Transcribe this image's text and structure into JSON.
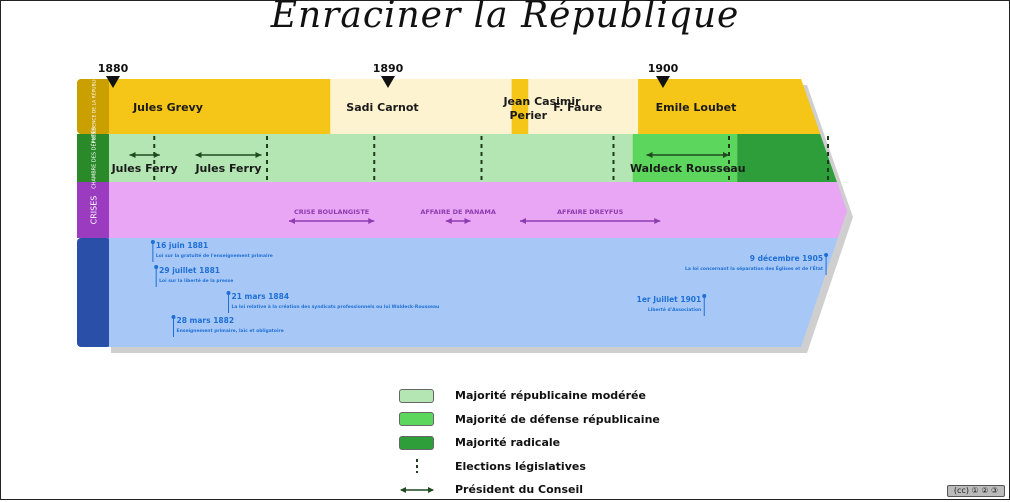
{
  "title": "Enraciner la République",
  "years": [
    {
      "label": "1880",
      "year": 1880
    },
    {
      "label": "1890",
      "year": 1890
    },
    {
      "label": "1900",
      "year": 1900
    }
  ],
  "row_labels": {
    "presidence": "PRÉSIDENCE DE LA RÉPUBLIQUE",
    "chambre": "CHAMBRE DES DÉPUTÉS",
    "crises": "CRISES"
  },
  "colors": {
    "presidence_band": "#f5c518",
    "presidence_alt": "#fdf3d0",
    "chambre_band": "#b3e6b3",
    "crises_band": "#e8a6f5",
    "lois_band": "#a7c8f7",
    "moderee": "#b3e6b3",
    "defense": "#5cd65c",
    "radicale": "#2e9e3a",
    "blue_label": "#2a4fa8",
    "event_blue": "#1f6fd6",
    "crise_purple": "#8e3cb0"
  },
  "presidents": [
    {
      "name": "Jules Grevy",
      "start": 1879.1,
      "end": 1887.9,
      "fill": "gold"
    },
    {
      "name": "Sadi Carnot",
      "start": 1887.9,
      "end": 1894.5,
      "fill": "pale"
    },
    {
      "name": "Jean Casimir Perier",
      "start": 1894.5,
      "end": 1895.1,
      "fill": "gold"
    },
    {
      "name": "F. Faure",
      "start": 1895.1,
      "end": 1899.1,
      "fill": "pale"
    },
    {
      "name": "Emile Loubet",
      "start": 1899.1,
      "end": 1906.1,
      "fill": "gold"
    }
  ],
  "president_labels": [
    {
      "name": "Jules Grevy",
      "x": 1882.0
    },
    {
      "name": "Sadi Carnot",
      "x": 1889.8
    },
    {
      "name": "Jean Casimir",
      "x": 1895.6
    },
    {
      "name": "Perier",
      "x": 1895.1
    },
    {
      "name": "F. Faure",
      "x": 1896.9
    },
    {
      "name": "Emile Loubet",
      "x": 1901.2
    }
  ],
  "majority_segments": [
    {
      "type": "moderee",
      "start": 1879.1,
      "end": 1898.9
    },
    {
      "type": "defense",
      "start": 1898.9,
      "end": 1902.7
    },
    {
      "type": "radicale",
      "start": 1902.7,
      "end": 1906.8
    }
  ],
  "elections": [
    1881.5,
    1885.6,
    1889.5,
    1893.4,
    1898.2,
    1902.4,
    1906.0
  ],
  "presidents_conseil": [
    {
      "name": "Jules Ferry",
      "start": 1880.6,
      "end": 1881.7
    },
    {
      "name": "Jules Ferry",
      "start": 1883.0,
      "end": 1885.4
    },
    {
      "name": "Waldeck Rousseau",
      "start": 1899.4,
      "end": 1902.4
    }
  ],
  "crises": [
    {
      "name": "CRISE BOULANGISTE",
      "start": 1886.4,
      "end": 1889.5
    },
    {
      "name": "AFFAIRE DE PANAMA",
      "start": 1892.1,
      "end": 1893.0
    },
    {
      "name": "AFFAIRE DREYFUS",
      "start": 1894.8,
      "end": 1899.9
    }
  ],
  "lois": [
    {
      "date": "16 juin 1881",
      "text": "Loi sur la gratuité de l'enseignement primaire",
      "year": 1881.45,
      "align": "left"
    },
    {
      "date": "29 juillet 1881",
      "text": "Loi sur la liberté de la presse",
      "year": 1881.57,
      "align": "left"
    },
    {
      "date": "21 mars 1884",
      "text": "La loi relative à la création des syndicats professionnels ou loi Waldeck-Rousseau",
      "year": 1884.2,
      "align": "left"
    },
    {
      "date": "28 mars 1882",
      "text": "Enseignement primaire, laïc et obligatoire",
      "year": 1882.2,
      "align": "left"
    },
    {
      "date": "1er Juillet 1901",
      "text": "Liberté d'Association",
      "year": 1901.5,
      "align": "right"
    },
    {
      "date": "9 décembre 1905",
      "text": "La loi concernant la séparation des Églises et de l'État",
      "year": 1905.93,
      "align": "right"
    }
  ],
  "legend": [
    {
      "symbol": "swatch",
      "color_key": "moderee",
      "label": "Majorité républicaine modérée"
    },
    {
      "symbol": "swatch",
      "color_key": "defense",
      "label": "Majorité de défense républicaine"
    },
    {
      "symbol": "swatch",
      "color_key": "radicale",
      "label": "Majorité radicale"
    },
    {
      "symbol": "election",
      "label": "Elections législatives"
    },
    {
      "symbol": "arrow",
      "label": "Président du Conseil"
    }
  ],
  "cc_badge": "(cc) ① ② ③"
}
